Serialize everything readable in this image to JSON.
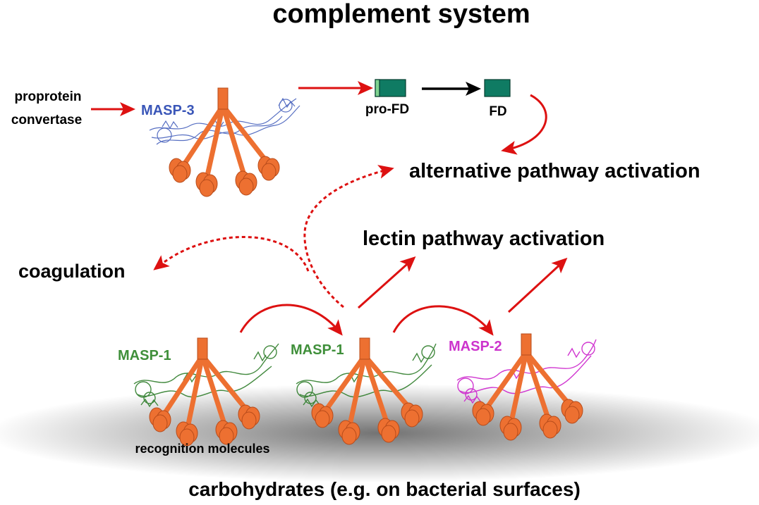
{
  "title": "complement system",
  "labels": {
    "proprotein": "proprotein",
    "convertase": "convertase",
    "masp3": "MASP-3",
    "pro_fd": "pro-FD",
    "fd": "FD",
    "alternative": "alternative pathway activation",
    "lectin": "lectin pathway activation",
    "coagulation": "coagulation",
    "masp1_left": "MASP-1",
    "masp1_mid": "MASP-1",
    "masp2": "MASP-2",
    "recognition": "recognition molecules",
    "carbohydrates": "carbohydrates (e.g. on bacterial surfaces)"
  },
  "colors": {
    "arrow_red": "#dd1111",
    "arrow_black": "#000000",
    "stalk": "#ed7031",
    "stalk_dark": "#b84c1b",
    "fd_box": "#0f7b63",
    "fd_box_light": "#7fd38f",
    "masp3": "#3a56b8",
    "masp1": "#3f8f3a",
    "masp2": "#cc33cc"
  }
}
